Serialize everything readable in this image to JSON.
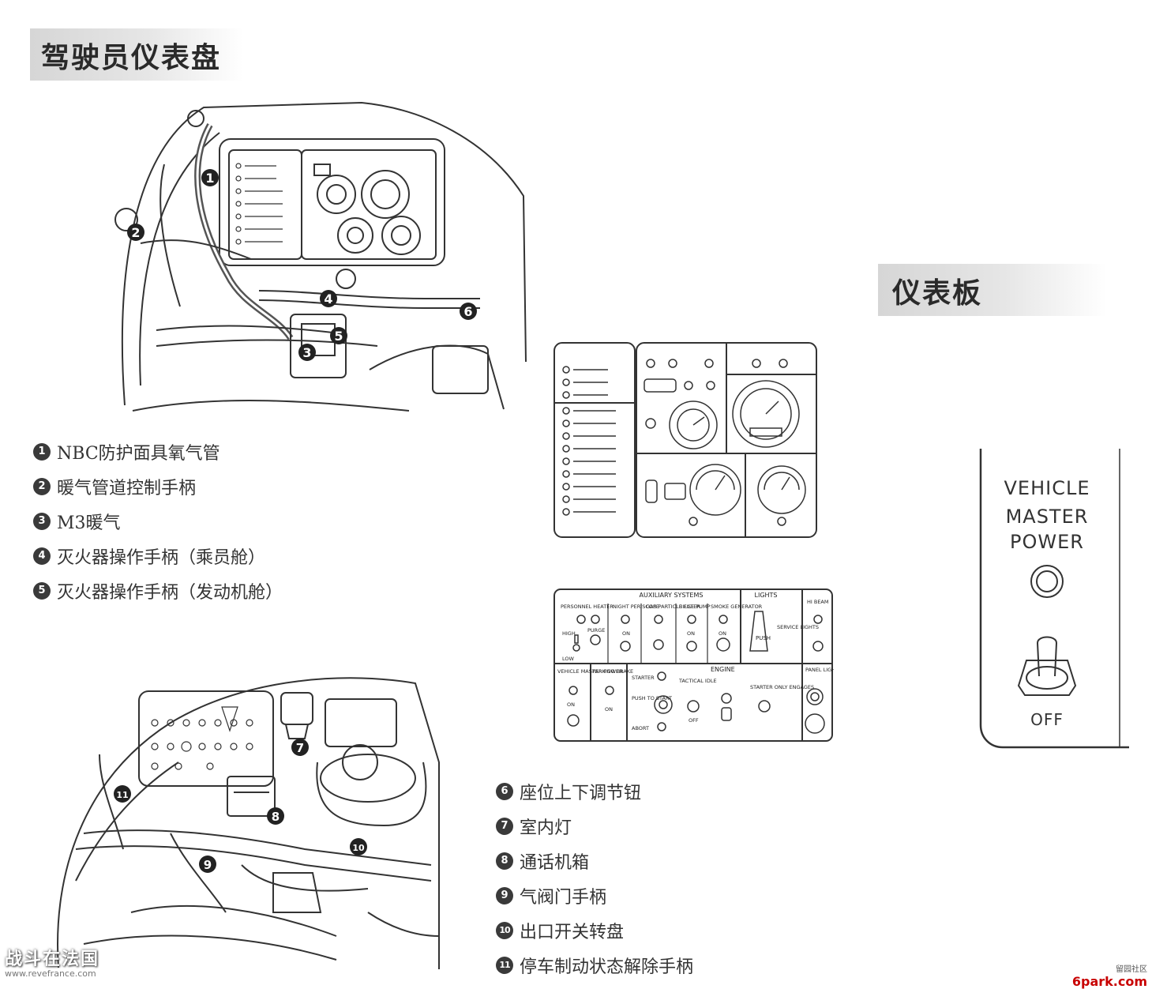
{
  "titles": {
    "driver_instrument_panel": "驾驶员仪表盘",
    "instrument_board": "仪表板"
  },
  "legend_top": [
    {
      "num": "1",
      "text": "NBC防护面具氧气管"
    },
    {
      "num": "2",
      "text": "暖气管道控制手柄"
    },
    {
      "num": "3",
      "text": "M3暖气"
    },
    {
      "num": "4",
      "text": "灭火器操作手柄（乘员舱）"
    },
    {
      "num": "5",
      "text": "灭火器操作手柄（发动机舱）"
    }
  ],
  "legend_bottom": [
    {
      "num": "6",
      "text": "座位上下调节钮"
    },
    {
      "num": "7",
      "text": "室内灯"
    },
    {
      "num": "8",
      "text": "通话机箱"
    },
    {
      "num": "9",
      "text": "气阀门手柄"
    },
    {
      "num": "10",
      "text": "出口开关转盘"
    },
    {
      "num": "11",
      "text": "停车制动状态解除手柄"
    }
  ],
  "illustration_top_callouts": [
    "1",
    "2",
    "3",
    "4",
    "5",
    "6"
  ],
  "illustration_bottom_callouts": [
    "7",
    "8",
    "9",
    "10",
    "11"
  ],
  "aux_panel": {
    "header_aux": "AUXILIARY SYSTEMS",
    "header_lights": "LIGHTS",
    "personnel_heater": "PERSONNEL HEATER",
    "night_periscope": "NIGHT PERISCOPE",
    "gas_particle_filter": "GAS PARTICLE FILTER",
    "bilge_pump": "BILGE PUMP",
    "smoke_generator": "SMOKE GENERATOR",
    "high": "HIGH",
    "low": "LOW",
    "purge": "PURGE",
    "on": "ON",
    "off": "OFF",
    "hi_beam": "HI BEAM",
    "push": "PUSH",
    "service_lights": "SERVICE LIGHTS",
    "vehicle_master_power": "VEHICLE MASTER POWER",
    "parking_brake": "PARKING BRAKE",
    "engine": "ENGINE",
    "starter": "STARTER",
    "tactical_idle": "TACTICAL IDLE",
    "starter_only_engages": "STARTER ONLY ENGAGES",
    "panel_lights_test": "PANEL LIGHTS TEST",
    "push_to_start": "PUSH TO START",
    "abort": "ABORT"
  },
  "zoom_switch": {
    "line1": "VEHICLE",
    "line2": "MASTER",
    "line3": "POWER",
    "off": "OFF"
  },
  "watermarks": {
    "left_big": "战斗在法国",
    "left_small": "www.revefrance.com",
    "right_small": "留园社区",
    "right_big": "6park.com"
  }
}
